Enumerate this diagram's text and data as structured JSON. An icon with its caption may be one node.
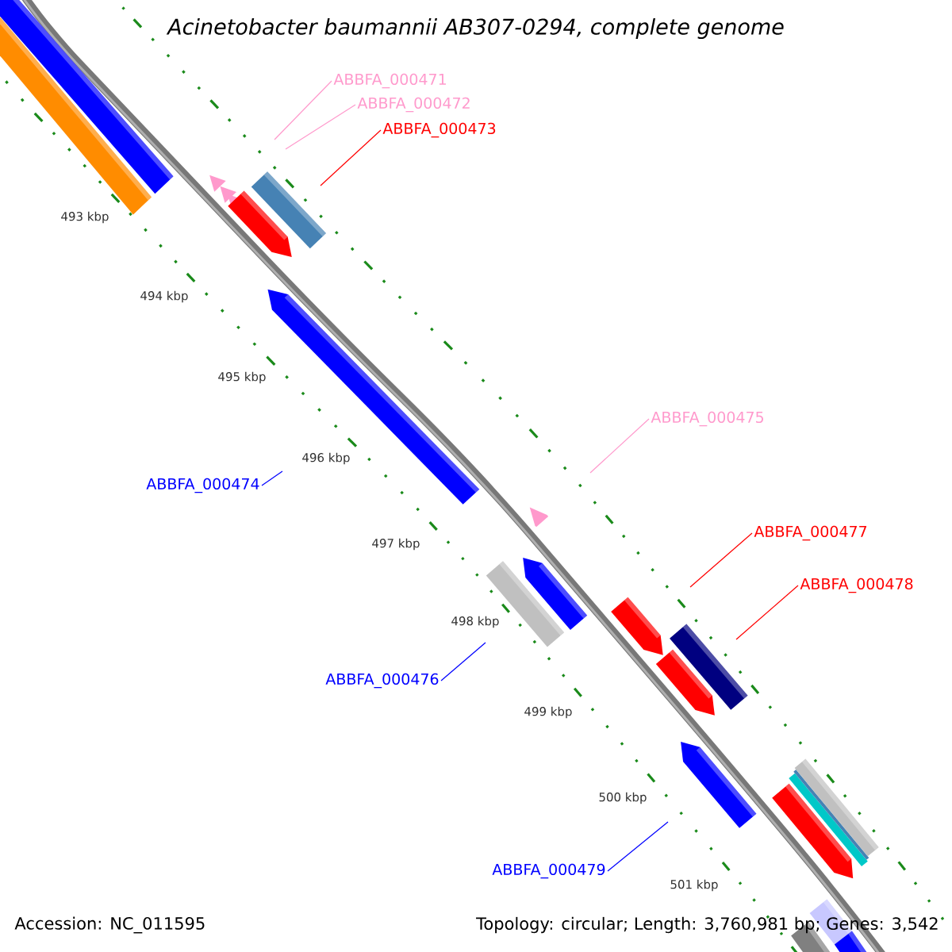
{
  "diagram": {
    "title": "Acinetobacter baumannii AB307-0294, complete genome",
    "nodes": [
      {
        "text": [
          "ABBFA_000471"
        ]
      },
      {
        "text": [
          "ABBFA_000472"
        ]
      },
      {
        "text": [
          "ABBFA_000473"
        ]
      },
      {
        "text": [
          "ABBFA_000474"
        ]
      },
      {
        "text": [
          "ABBFA_000475"
        ]
      },
      {
        "text": [
          "ABBFA_000476"
        ]
      },
      {
        "text": [
          "ABBFA_000477"
        ]
      },
      {
        "text": [
          "ABBFA_000478"
        ]
      },
      {
        "text": [
          "ABBFA_000479"
        ]
      }
    ],
    "edges": [
      {
        "from": 0,
        "to": null,
        "arrow": "none",
        "color": "#ff99cc"
      },
      {
        "from": 1,
        "to": null,
        "arrow": "none",
        "color": "#ff99cc"
      },
      {
        "from": 2,
        "to": null,
        "arrow": "none",
        "color": "#ff0000"
      },
      {
        "from": 3,
        "to": null,
        "arrow": "none",
        "color": "#0000ff"
      },
      {
        "from": 4,
        "to": null,
        "arrow": "none",
        "color": "#ff99cc"
      },
      {
        "from": 5,
        "to": null,
        "arrow": "none",
        "color": "#0000ff"
      },
      {
        "from": 6,
        "to": null,
        "arrow": "none",
        "color": "#ff0000"
      },
      {
        "from": 7,
        "to": null,
        "arrow": "none",
        "color": "#ff0000"
      },
      {
        "from": 8,
        "to": null,
        "arrow": "none",
        "color": "#0000ff"
      }
    ],
    "labels": [
      "493 kbp",
      "494 kbp",
      "495 kbp",
      "496 kbp",
      "497 kbp",
      "498 kbp",
      "499 kbp",
      "500 kbp",
      "501 kbp",
      "Accession: NC_011595",
      "Topology: circular; Length: 3,760,981 bp; Genes: 3,542"
    ]
  }
}
